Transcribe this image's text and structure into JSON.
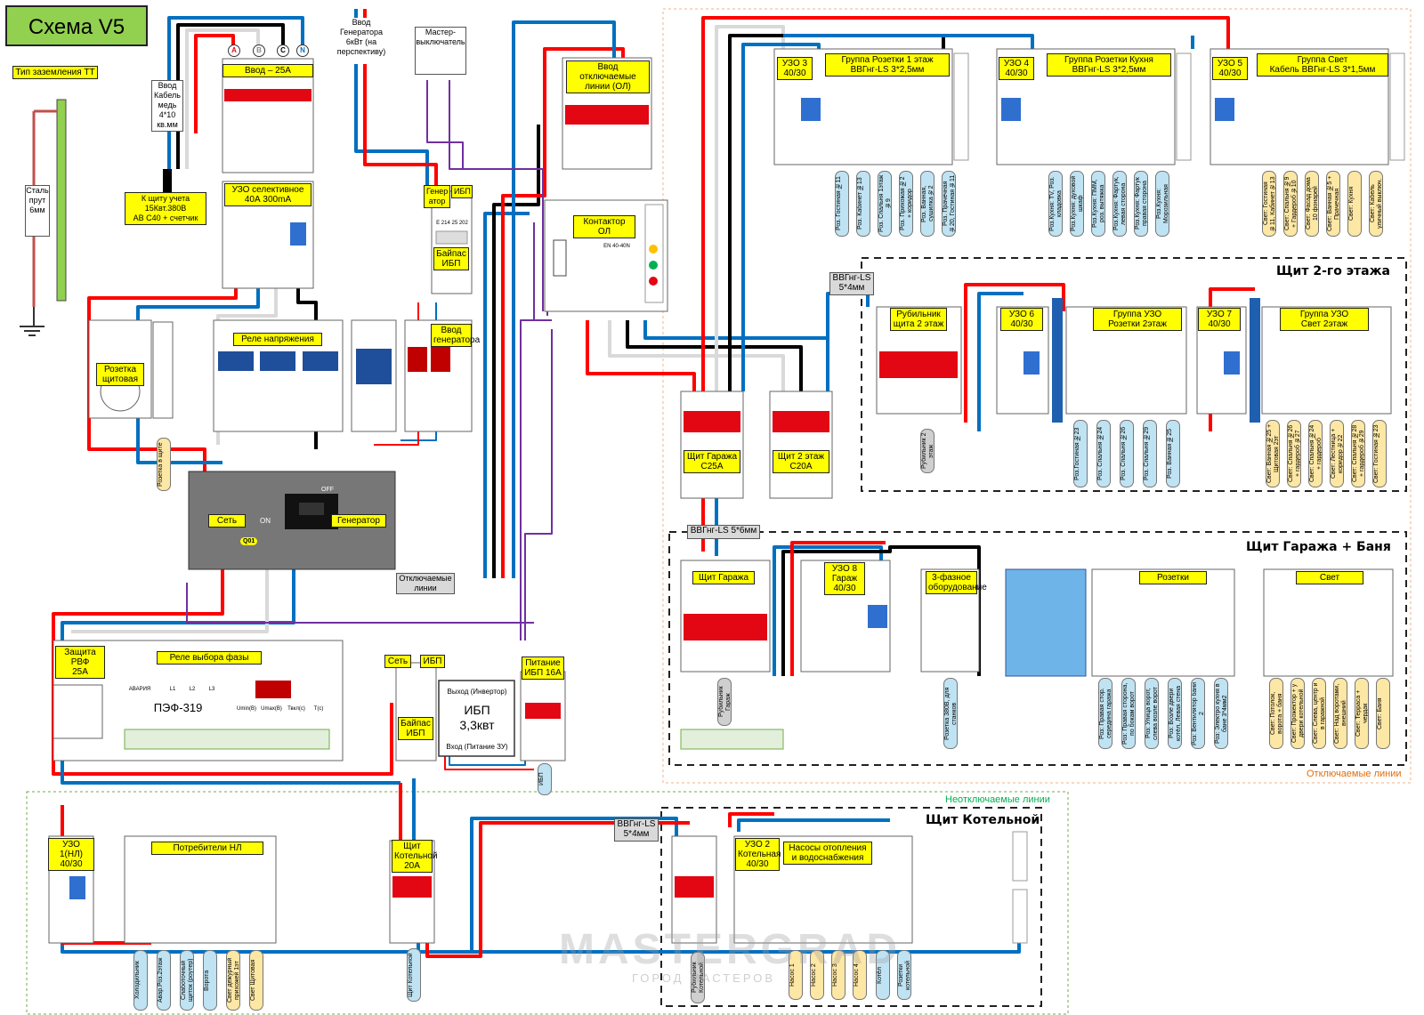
{
  "title": "Схема V5",
  "grounding_type": "Тип заземления ТТ",
  "steel_rod": "Сталь\nпрут\n6мм",
  "input_cable": "Ввод\nКабель\nмедь\n4*10\nкв.мм",
  "meter_note": "К щиту учета\n15Квт.380В\nАВ С40 + счетчик",
  "generator_input": "Ввод\nГенератора\n6кВт (на\nперспективу)",
  "master_switch": "Мастер-\nвыключатель",
  "main_input": "Ввод – 25А",
  "rcd_selective": "УЗО селективное\n40А 300mA",
  "generator_label": "Генер\nатор",
  "ups_label": "ИБП",
  "bypass_ups_top": "Байпас\nИБП",
  "bypass_code": "E 214 25 202",
  "ol_input": "Ввод отключаемые\nлинии (ОЛ)",
  "contactor": "Контактор ОЛ",
  "contactor_code": "EN 40-40N",
  "socket_panel": "Розетка\nщитовая",
  "voltage_relay": "Реле напряжения",
  "gen_input": "Ввод\nгенератора",
  "switch_net": "Сеть",
  "switch_gen": "Генератор",
  "switch_on": "ON",
  "switch_off": "OFF",
  "switchable_lines_mid": "Отключаемые\nлинии",
  "rvf": "Защита РВФ\n25А",
  "phase_relay": "Реле выбора фазы",
  "pef": "ПЭФ-319",
  "pef_labels": [
    "АВАРИЯ",
    "L1",
    "L2",
    "L3"
  ],
  "pef_knobs": [
    "Umin(В)",
    "Umax(В)",
    "Твкл(с)",
    "Т(с)"
  ],
  "net_label": "Сеть",
  "ups_label2": "ИБП",
  "bypass_ups_bottom": "Байпас\nИБП",
  "ups_out": "Выход (Инвертор)",
  "ups_main": "ИБП\n3,3квт",
  "ups_in": "Вход (Питание ЗУ)",
  "ups_power": "Питание\nИБП 16А",
  "ups_tag": "ИБП",
  "socket_tag": "Розетка в\nщите",
  "rcd3": "УЗО 3\n40/30",
  "group_sockets1": "Группа Розетки 1 этаж\nВВГнг-LS 3*2,5мм",
  "rcd4": "УЗО 4\n40/30",
  "group_kitchen": "Группа Розетки Кухня\nВВГнг-LS 3*2,5мм",
  "rcd5": "УЗО 5\n40/30",
  "group_light": "Группа Свет\nКабель ВВГнг-LS 3*1,5мм",
  "tags_g1": [
    "Роз. Гостиная №11",
    "Роз. Кабинет №13",
    "Роз. Спальня 1этаж №9",
    "Роз. Прихожая №2 + коридор",
    "Роз. Ванная, сушилка №2",
    "Роз. Прачечная №20, Гостиная №11"
  ],
  "tags_kitchen": [
    "Роз.Кухня: TV, Роз. кладовка",
    "Роз.Кухня: духовой шкаф",
    "Роз.Кухня: ПММ, роз. вытяжка",
    "Роз.Кухня: Фартук, левая сторона",
    "Роз.Кухня: Фартук правая сторона",
    "Роз.Кухня: Морозильная камера"
  ],
  "tags_light": [
    "Свет: Гостиная №11, Кабинет №13",
    "Свет: Спальня №9 + Гардероб №10",
    "Свет: Фасад дома 10 фонарей",
    "Свет: Ванная №5 + Прачечная",
    "Свет: Кухня",
    "Свет: Кабель уличный выключ."
  ],
  "vvg_54": "ВВГнг-LS\n5*4мм",
  "floor2_title": "Щит 2-го этажа",
  "floor2_switch": "Рубильник\nщита 2 этаж",
  "rcd6": "УЗО 6\n40/30",
  "group_rcd_sockets2": "Группа УЗО\nРозетки 2этаж",
  "rcd7": "УЗО 7\n40/30",
  "group_rcd_light2": "Группа УЗО\nСвет 2этаж",
  "tag_floor2_switch": "Рубильник\n2 этаж",
  "tags_sockets2": [
    "Роз.Гостиная №23",
    "Роз. Спальня №24",
    "Роз. Спальня №26",
    "Роз. Спальня №29",
    "Роз. Ванная №25"
  ],
  "tags_light2": [
    "Свет: Ванная №25 + Щитовая 2эт",
    "Свет: Спальня №26 + гардероб №27",
    "Свет: Спальня №24 + гардероб",
    "Свет: Лестница + коридор №22",
    "Свет: Спальня №28 + гардероб №29",
    "Свет: Гостиная №23"
  ],
  "garage_panel": "Щит Гаража\nС25А",
  "floor2_panel": "Щит 2 этаж\nС20А",
  "vvg_56": "ВВГнг-LS 5*6мм",
  "garage_title": "Щит Гаража + Баня",
  "garage_switch": "Щит Гаража",
  "rcd8": "УЗО 8\nГараж\n40/30",
  "three_phase": "3-фазное\nоборудование",
  "garage_sockets": "Розетки",
  "garage_light": "Свет",
  "tag_garage_switch": "Рубильник\nГараж",
  "tag_three_phase": "Розетка 380В, для станков",
  "tags_garage_sockets": [
    "Роз: Правая стор. середина гаража",
    "Роз: Правая сторона, по бокам ворот",
    "Роз: Улица ворот, слева возле ворот",
    "Роз: Возле двери котёл, Левая стена",
    "Роз: Вентилятор бани 2",
    "Роз: Электро кухня в бане 3*4мм2"
  ],
  "tags_garage_light": [
    "Свет: Потолок, ворота + баня",
    "Свет: Прожектор + у двери котельной",
    "Свет: Слева, центр и в гаражной",
    "Свет: Над воротами, внешний",
    "Свет: Терраса + чердак",
    "Свет: Баня"
  ],
  "switchable_lines": "Отключаемые линии",
  "non_switchable": "Неотключаемые линии",
  "rcd1": "УЗО 1(НЛ)\n40/30",
  "consumers_nl": "Потребители НЛ",
  "tags_nl": [
    "Холодильник",
    "Авар.Роз.2этаж",
    "Слаботочный щиток (роутер)",
    "Ворота",
    "Свет дежурный прихожей 1эт",
    "Свет Щитовая"
  ],
  "boiler_panel": "Щит\nКотельной\n20А",
  "tag_boiler": "Щит\nКотельной",
  "boiler_title": "Щит Котельной",
  "rcd2": "УЗО 2\nКотельная\n40/30",
  "pumps": "Насосы отопления\nи водоснабжения",
  "tags_pumps": [
    "Насос 1",
    "Насос 2",
    "Насос 3",
    "Насос 4"
  ],
  "tags_boiler_blue": [
    "Котёл",
    "Розетки котельной"
  ],
  "tag_boiler_switch": "Рубильник\nКотельной",
  "vvg_54b": "ВВГнг-LS\n5*4мм",
  "watermark": "MASTERGRAD",
  "watermark2": "ГОРОД МАСТЕРОВ",
  "colors": {
    "phase": "#ff0000",
    "neutral": "#0070c0",
    "earth": "#d9d9d9",
    "control": "#7030a0",
    "accent": "#ffff00"
  }
}
